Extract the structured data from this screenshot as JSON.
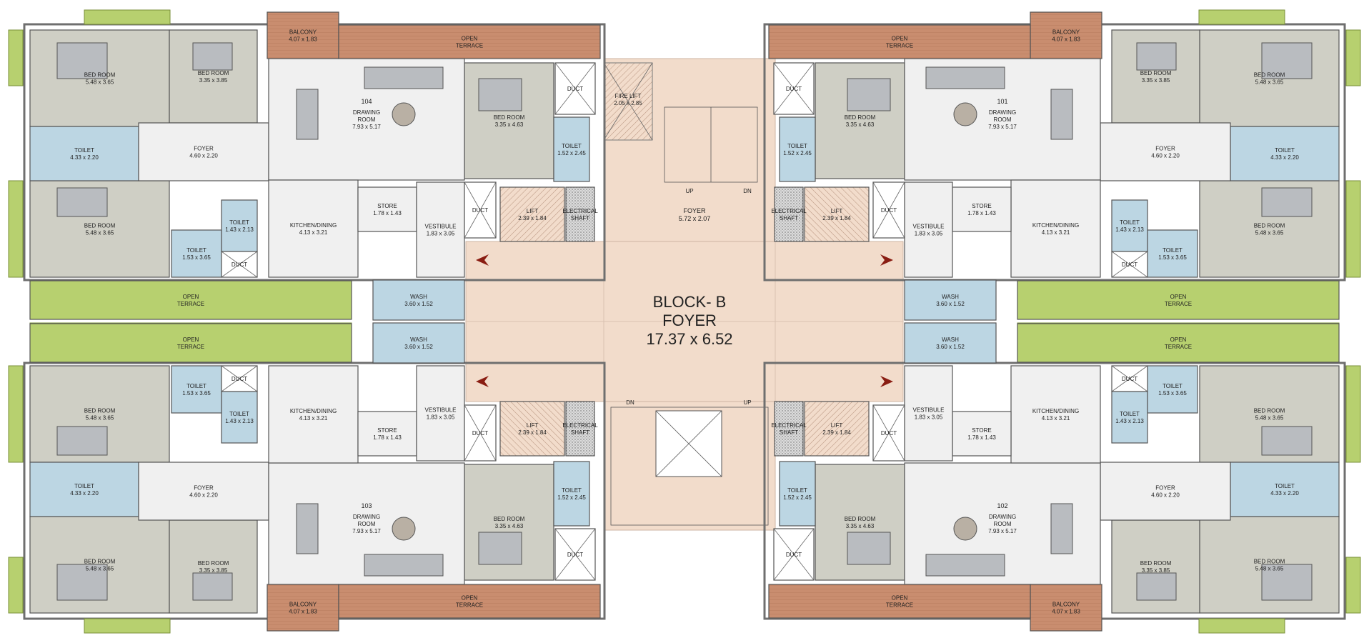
{
  "colors": {
    "bedroom": "#cfcfc5",
    "living": "#f0f0f0",
    "toilet": "#bcd6e3",
    "terrace_green": "#b7d06f",
    "balcony": "#c98d6f",
    "foyer": "#f2dccb",
    "core_grey": "#9c9c9c",
    "wall": "#6f6f6f",
    "arrow_red": "#8a1d12",
    "unit_number": "#d12a1a"
  },
  "center": {
    "block_name": "BLOCK- B",
    "foyer_name": "FOYER",
    "foyer_size": "17.37 x 6.52",
    "top_foyer": [
      "FOYER",
      "5.72 x 2.07"
    ],
    "fire_lift": [
      "FIRE LIFT",
      "2.05 x 2.85"
    ],
    "stair_up": "UP",
    "stair_dn": "DN"
  },
  "units": [
    {
      "number": "104",
      "rooms": [
        {
          "id": "bed1",
          "lines": [
            "BED ROOM",
            "5.48 x 3.65"
          ]
        },
        {
          "id": "bed2",
          "lines": [
            "BED ROOM",
            "3.35 x 3.85"
          ]
        },
        {
          "id": "bed3",
          "lines": [
            "BED ROOM",
            "5.48 x 3.65"
          ]
        },
        {
          "id": "bed4",
          "lines": [
            "BED ROOM",
            "3.35 x 4.63"
          ]
        },
        {
          "id": "toilet1",
          "lines": [
            "TOILET",
            "4.33 x 2.20"
          ]
        },
        {
          "id": "toilet2",
          "lines": [
            "TOILET",
            "1.43 x 2.13"
          ]
        },
        {
          "id": "toilet3",
          "lines": [
            "TOILET",
            "1.53 x 3.65"
          ]
        },
        {
          "id": "toilet4",
          "lines": [
            "TOILET",
            "1.52 x 2.45"
          ]
        },
        {
          "id": "foyer",
          "lines": [
            "FOYER",
            "4.60 x 2.20"
          ]
        },
        {
          "id": "drawing",
          "lines": [
            "DRAWING",
            "ROOM",
            "7.93 x 5.17"
          ]
        },
        {
          "id": "kitchen",
          "lines": [
            "KITCHEN/DINING",
            "4.13 x 3.21"
          ]
        },
        {
          "id": "store",
          "lines": [
            "STORE",
            "1.78 x 1.43"
          ]
        },
        {
          "id": "vestibule",
          "lines": [
            "VESTIBULE",
            "1.83 x 3.05"
          ]
        },
        {
          "id": "wash",
          "lines": [
            "WASH",
            "3.60 x 1.52"
          ]
        },
        {
          "id": "balcony",
          "lines": [
            "BALCONY",
            "4.07 x 1.83"
          ]
        },
        {
          "id": "terrace",
          "lines": [
            "OPEN",
            "TERRACE"
          ]
        },
        {
          "id": "side_terrace",
          "lines": [
            "OPEN",
            "TERRACE"
          ]
        },
        {
          "id": "duct1",
          "lines": [
            "DUCT"
          ]
        },
        {
          "id": "duct2",
          "lines": [
            "DUCT"
          ]
        },
        {
          "id": "duct3",
          "lines": [
            "DUCT"
          ]
        },
        {
          "id": "lift",
          "lines": [
            "LIFT",
            "2.39 x 1.84"
          ]
        },
        {
          "id": "shaft",
          "lines": [
            "ELECTRICAL",
            "SHAFT"
          ]
        }
      ]
    },
    {
      "number": "101",
      "rooms": [
        {
          "id": "bed1",
          "lines": [
            "BED ROOM",
            "5.48 x 3.65"
          ]
        },
        {
          "id": "bed2",
          "lines": [
            "BED ROOM",
            "3.35 x 3.85"
          ]
        },
        {
          "id": "bed3",
          "lines": [
            "BED ROOM",
            "5.48 x 3.65"
          ]
        },
        {
          "id": "bed4",
          "lines": [
            "BED ROOM",
            "3.35 x 4.63"
          ]
        },
        {
          "id": "toilet1",
          "lines": [
            "TOILET",
            "4.33 x 2.20"
          ]
        },
        {
          "id": "toilet2",
          "lines": [
            "TOILET",
            "1.43 x 2.13"
          ]
        },
        {
          "id": "toilet3",
          "lines": [
            "TOILET",
            "1.53 x 3.65"
          ]
        },
        {
          "id": "toilet4",
          "lines": [
            "TOILET",
            "1.52 x 2.45"
          ]
        },
        {
          "id": "foyer",
          "lines": [
            "FOYER",
            "4.60 x 2.20"
          ]
        },
        {
          "id": "drawing",
          "lines": [
            "DRAWING",
            "ROOM",
            "7.93 x 5.17"
          ]
        },
        {
          "id": "kitchen",
          "lines": [
            "KITCHEN/DINING",
            "4.13 x 3.21"
          ]
        },
        {
          "id": "store",
          "lines": [
            "STORE",
            "1.78 x 1.43"
          ]
        },
        {
          "id": "vestibule",
          "lines": [
            "VESTIBULE",
            "1.83 x 3.05"
          ]
        },
        {
          "id": "wash",
          "lines": [
            "WASH",
            "3.60 x 1.52"
          ]
        },
        {
          "id": "balcony",
          "lines": [
            "BALCONY",
            "4.07 x 1.83"
          ]
        },
        {
          "id": "terrace",
          "lines": [
            "OPEN",
            "TERRACE"
          ]
        },
        {
          "id": "side_terrace",
          "lines": [
            "OPEN",
            "TERRACE"
          ]
        },
        {
          "id": "duct1",
          "lines": [
            "DUCT"
          ]
        },
        {
          "id": "duct2",
          "lines": [
            "DUCT"
          ]
        },
        {
          "id": "duct3",
          "lines": [
            "DUCT"
          ]
        },
        {
          "id": "lift",
          "lines": [
            "LIFT",
            "2.39 x 1.84"
          ]
        },
        {
          "id": "shaft",
          "lines": [
            "ELECTRICAL",
            "SHAFT"
          ]
        }
      ]
    },
    {
      "number": "103",
      "rooms": [
        {
          "id": "bed1",
          "lines": [
            "BED ROOM",
            "5.48 x 3.65"
          ]
        },
        {
          "id": "bed2",
          "lines": [
            "BED ROOM",
            "3.35 x 3.85"
          ]
        },
        {
          "id": "bed3",
          "lines": [
            "BED ROOM",
            "5.48 x 3.65"
          ]
        },
        {
          "id": "bed4",
          "lines": [
            "BED ROOM",
            "3.35 x 4.63"
          ]
        },
        {
          "id": "toilet1",
          "lines": [
            "TOILET",
            "4.33 x 2.20"
          ]
        },
        {
          "id": "toilet2",
          "lines": [
            "TOILET",
            "1.43 x 2.13"
          ]
        },
        {
          "id": "toilet3",
          "lines": [
            "TOILET",
            "1.53 x 3.65"
          ]
        },
        {
          "id": "toilet4",
          "lines": [
            "TOILET",
            "1.52 x 2.45"
          ]
        },
        {
          "id": "foyer",
          "lines": [
            "FOYER",
            "4.60 x 2.20"
          ]
        },
        {
          "id": "drawing",
          "lines": [
            "DRAWING",
            "ROOM",
            "7.93 x 5.17"
          ]
        },
        {
          "id": "kitchen",
          "lines": [
            "KITCHEN/DINING",
            "4.13 x 3.21"
          ]
        },
        {
          "id": "store",
          "lines": [
            "STORE",
            "1.78 x 1.43"
          ]
        },
        {
          "id": "vestibule",
          "lines": [
            "VESTIBULE",
            "1.83 x 3.05"
          ]
        },
        {
          "id": "wash",
          "lines": [
            "WASH",
            "3.60 x 1.52"
          ]
        },
        {
          "id": "balcony",
          "lines": [
            "BALCONY",
            "4.07 x 1.83"
          ]
        },
        {
          "id": "terrace",
          "lines": [
            "OPEN",
            "TERRACE"
          ]
        },
        {
          "id": "side_terrace",
          "lines": [
            "OPEN",
            "TERRACE"
          ]
        },
        {
          "id": "duct1",
          "lines": [
            "DUCT"
          ]
        },
        {
          "id": "duct2",
          "lines": [
            "DUCT"
          ]
        },
        {
          "id": "duct3",
          "lines": [
            "DUCT"
          ]
        },
        {
          "id": "lift",
          "lines": [
            "LIFT",
            "2.39 x 1.84"
          ]
        },
        {
          "id": "shaft",
          "lines": [
            "ELECTRICAL",
            "SHAFT"
          ]
        }
      ]
    },
    {
      "number": "102",
      "rooms": [
        {
          "id": "bed1",
          "lines": [
            "BED ROOM",
            "5.48 x 3.65"
          ]
        },
        {
          "id": "bed2",
          "lines": [
            "BED ROOM",
            "3.35 x 3.85"
          ]
        },
        {
          "id": "bed3",
          "lines": [
            "BED ROOM",
            "5.48 x 3.65"
          ]
        },
        {
          "id": "bed4",
          "lines": [
            "BED ROOM",
            "3.35 x 4.63"
          ]
        },
        {
          "id": "toilet1",
          "lines": [
            "TOILET",
            "4.33 x 2.20"
          ]
        },
        {
          "id": "toilet2",
          "lines": [
            "TOILET",
            "1.43 x 2.13"
          ]
        },
        {
          "id": "toilet3",
          "lines": [
            "TOILET",
            "1.53 x 3.65"
          ]
        },
        {
          "id": "toilet4",
          "lines": [
            "TOILET",
            "1.52 x 2.45"
          ]
        },
        {
          "id": "foyer",
          "lines": [
            "FOYER",
            "4.60 x 2.20"
          ]
        },
        {
          "id": "drawing",
          "lines": [
            "DRAWING",
            "ROOM",
            "7.93 x 5.17"
          ]
        },
        {
          "id": "kitchen",
          "lines": [
            "KITCHEN/DINING",
            "4.13 x 3.21"
          ]
        },
        {
          "id": "store",
          "lines": [
            "STORE",
            "1.78 x 1.43"
          ]
        },
        {
          "id": "vestibule",
          "lines": [
            "VESTIBULE",
            "1.83 x 3.05"
          ]
        },
        {
          "id": "wash",
          "lines": [
            "WASH",
            "3.60 x 1.52"
          ]
        },
        {
          "id": "balcony",
          "lines": [
            "BALCONY",
            "4.07 x 1.83"
          ]
        },
        {
          "id": "terrace",
          "lines": [
            "OPEN",
            "TERRACE"
          ]
        },
        {
          "id": "side_terrace",
          "lines": [
            "OPEN",
            "TERRACE"
          ]
        },
        {
          "id": "duct1",
          "lines": [
            "DUCT"
          ]
        },
        {
          "id": "duct2",
          "lines": [
            "DUCT"
          ]
        },
        {
          "id": "duct3",
          "lines": [
            "DUCT"
          ]
        },
        {
          "id": "lift",
          "lines": [
            "LIFT",
            "2.39 x 1.84"
          ]
        },
        {
          "id": "shaft",
          "lines": [
            "ELECTRICAL",
            "SHAFT"
          ]
        }
      ]
    }
  ]
}
